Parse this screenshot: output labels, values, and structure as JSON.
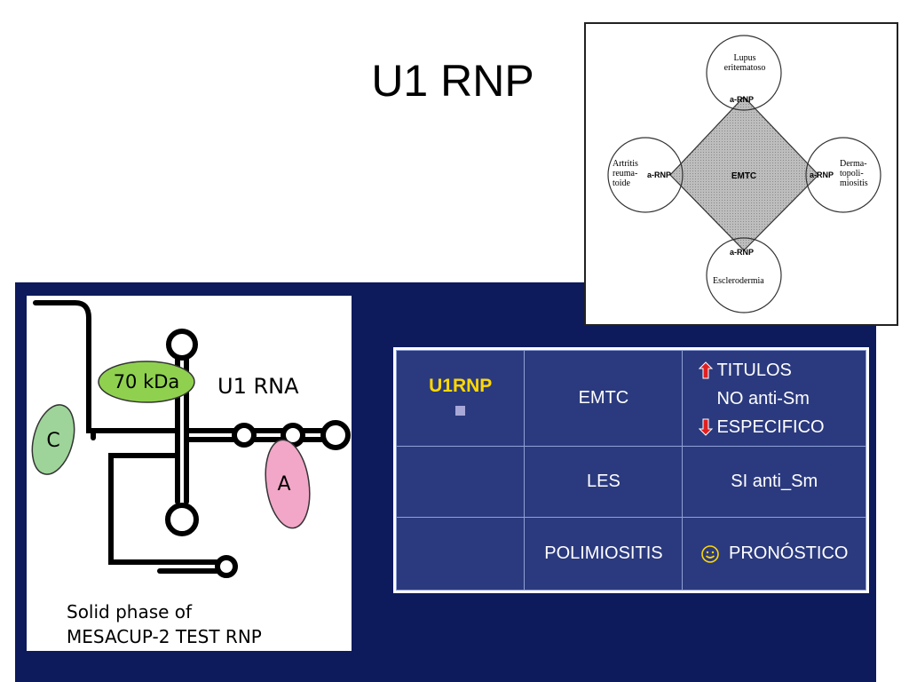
{
  "slide": {
    "title": "U1 RNP"
  },
  "rna_diagram": {
    "label_70kda": "70 kDa",
    "label_u1rna": "U1 RNA",
    "label_c": "C",
    "label_a": "A",
    "caption_line1": "Solid phase of",
    "caption_line2": "MESACUP-2 TEST RNP"
  },
  "diamond_diagram": {
    "top_circle": [
      "Lupus",
      "eritematoso"
    ],
    "left_circle": [
      "Artritis",
      "reuma-",
      "toide"
    ],
    "right_circle": [
      "Derma-",
      "topoli-",
      "miositis"
    ],
    "bottom_circle": [
      "Esclerodermia"
    ],
    "center_label": "EMTC",
    "rnp_tag": "a-RNP"
  },
  "table": {
    "header_label": "U1RNP",
    "rows": [
      {
        "disease": "EMTC",
        "notes": [
          "TITULOS",
          "NO anti-Sm",
          "ESPECIFICO"
        ]
      },
      {
        "disease": "LES",
        "notes": [
          "SI anti_Sm"
        ]
      },
      {
        "disease": "POLIMIOSITIS",
        "notes": [
          "PRONÓSTICO"
        ]
      }
    ],
    "icons": {
      "up": "red-up-arrow-icon",
      "down": "red-down-arrow-icon",
      "smile": "smiley-icon"
    },
    "colors": {
      "label": "#ffd800",
      "arrow": "#e02020",
      "cell_bg": "#2b3a7e",
      "panel_bg": "#0d1a5c"
    }
  }
}
